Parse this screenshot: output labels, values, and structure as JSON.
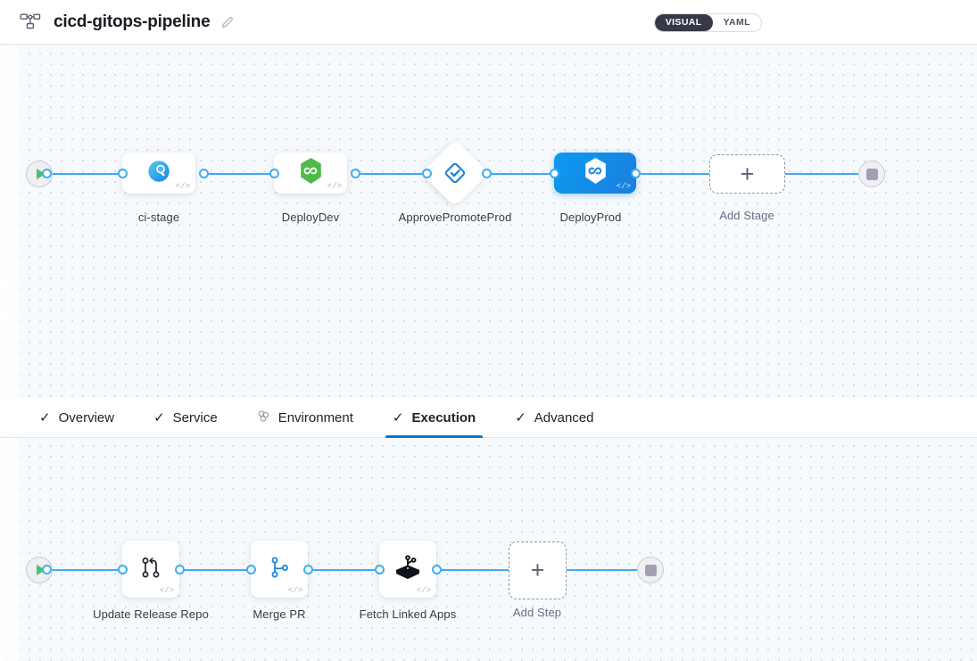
{
  "header": {
    "pipeline_icon": "pipeline-hierarchy-icon",
    "title": "cicd-gitops-pipeline",
    "edit_icon": "pencil-edit-icon",
    "view_toggle": {
      "visual_label": "VISUAL",
      "yaml_label": "YAML",
      "active": "VISUAL"
    }
  },
  "colors": {
    "accent": "#0278d5",
    "wire": "#3dadf2",
    "selected_node": "#0b9bf0",
    "canvas_bg": "#f7fafd",
    "toggle_active_bg": "#383946",
    "start_play": "#4dc26b",
    "text": "#383946"
  },
  "stage_graph": {
    "start_node": {
      "name": "pipeline-start",
      "icon": "play-icon"
    },
    "end_node": {
      "name": "pipeline-end",
      "icon": "stop-square-icon"
    },
    "stages": [
      {
        "label": "ci-stage",
        "icon": "ci-build-icon",
        "type": "card",
        "selected": false,
        "code_badge": "</>"
      },
      {
        "label": "DeployDev",
        "icon": "gitops-hexagon-icon",
        "type": "card",
        "selected": false,
        "code_badge": "</>"
      },
      {
        "label": "ApprovePromoteProd",
        "icon": "approval-check-icon",
        "type": "diamond",
        "selected": false,
        "code_badge": ""
      },
      {
        "label": "DeployProd",
        "icon": "gitops-hexagon-icon",
        "type": "card",
        "selected": true,
        "code_badge": "</>"
      }
    ],
    "add_stage": {
      "label": "Add Stage",
      "icon": "plus-icon"
    }
  },
  "tabs": [
    {
      "label": "Overview",
      "icon": "check-icon",
      "active": false
    },
    {
      "label": "Service",
      "icon": "check-icon",
      "active": false
    },
    {
      "label": "Environment",
      "icon": "environment-icon",
      "active": false
    },
    {
      "label": "Execution",
      "icon": "check-icon",
      "active": true
    },
    {
      "label": "Advanced",
      "icon": "check-icon",
      "active": false
    }
  ],
  "step_graph": {
    "start_node": {
      "name": "steps-start",
      "icon": "play-icon"
    },
    "end_node": {
      "name": "steps-end",
      "icon": "stop-square-icon"
    },
    "steps": [
      {
        "label": "Update Release Repo",
        "icon": "git-merge-icon",
        "code_badge": "</>"
      },
      {
        "label": "Merge PR",
        "icon": "git-branch-icon",
        "code_badge": "</>"
      },
      {
        "label": "Fetch Linked Apps",
        "icon": "harness-cube-icon",
        "code_badge": "</>"
      }
    ],
    "add_step": {
      "label": "Add Step",
      "icon": "plus-icon"
    }
  }
}
